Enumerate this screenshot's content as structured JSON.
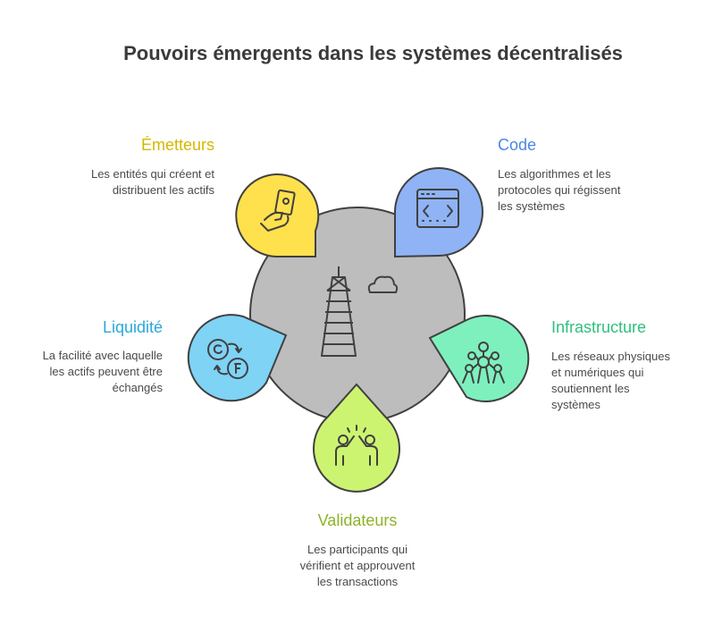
{
  "title": "Pouvoirs émergents dans les systèmes décentralisés",
  "colors": {
    "center": "#bdbdbd",
    "emetteurs": "#ffe14d",
    "code": "#8fb3f5",
    "liquidite": "#7fd3f5",
    "infrastructure": "#7ef0be",
    "validateurs": "#cdf470",
    "outline": "#404040"
  },
  "items": {
    "emetteurs": {
      "label": "Émetteurs",
      "desc": [
        "Les entités qui créent et",
        "distribuent les actifs"
      ],
      "color": "#d4b800",
      "icon": "cash-hand-icon"
    },
    "code": {
      "label": "Code",
      "desc": [
        "Les algorithmes et les",
        "protocoles qui régissent",
        "les systèmes"
      ],
      "color": "#4a86e8",
      "icon": "code-window-icon"
    },
    "liquidite": {
      "label": "Liquidité",
      "desc": [
        "La facilité avec laquelle",
        "les actifs peuvent être",
        "échangés"
      ],
      "color": "#2aa8d8",
      "icon": "currency-exchange-icon"
    },
    "infrastructure": {
      "label": "Infrastructure",
      "desc": [
        "Les réseaux physiques",
        "et numériques qui",
        "soutiennent les",
        "systèmes"
      ],
      "color": "#2fbf7e",
      "icon": "network-structure-icon"
    },
    "validateurs": {
      "label": "Validateurs",
      "desc": [
        "Les participants qui",
        "vérifient et approuvent",
        "les transactions"
      ],
      "color": "#8fb22a",
      "icon": "high-five-icon"
    }
  }
}
